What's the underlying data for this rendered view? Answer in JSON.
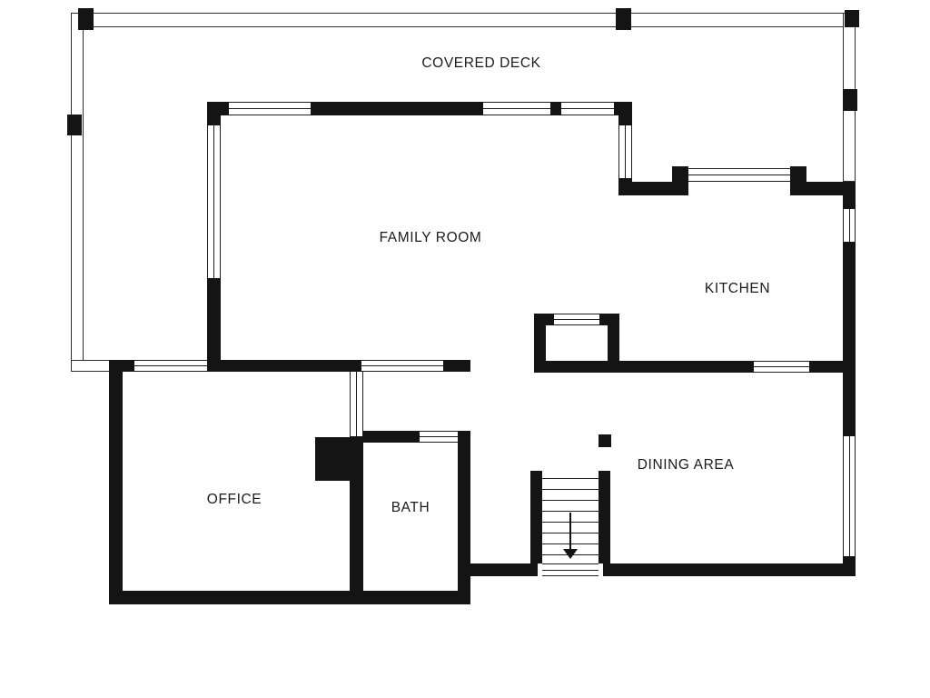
{
  "colors": {
    "wall": "#141414",
    "line": "#1d1d1d",
    "background": "#ffffff"
  },
  "rooms": {
    "covered_deck": "COVERED DECK",
    "family_room": "FAMILY ROOM",
    "kitchen": "KITCHEN",
    "office": "OFFICE",
    "bath": "BATH",
    "dining_area": "DINING AREA"
  },
  "stairs": {
    "treads": 8,
    "direction": "down"
  }
}
